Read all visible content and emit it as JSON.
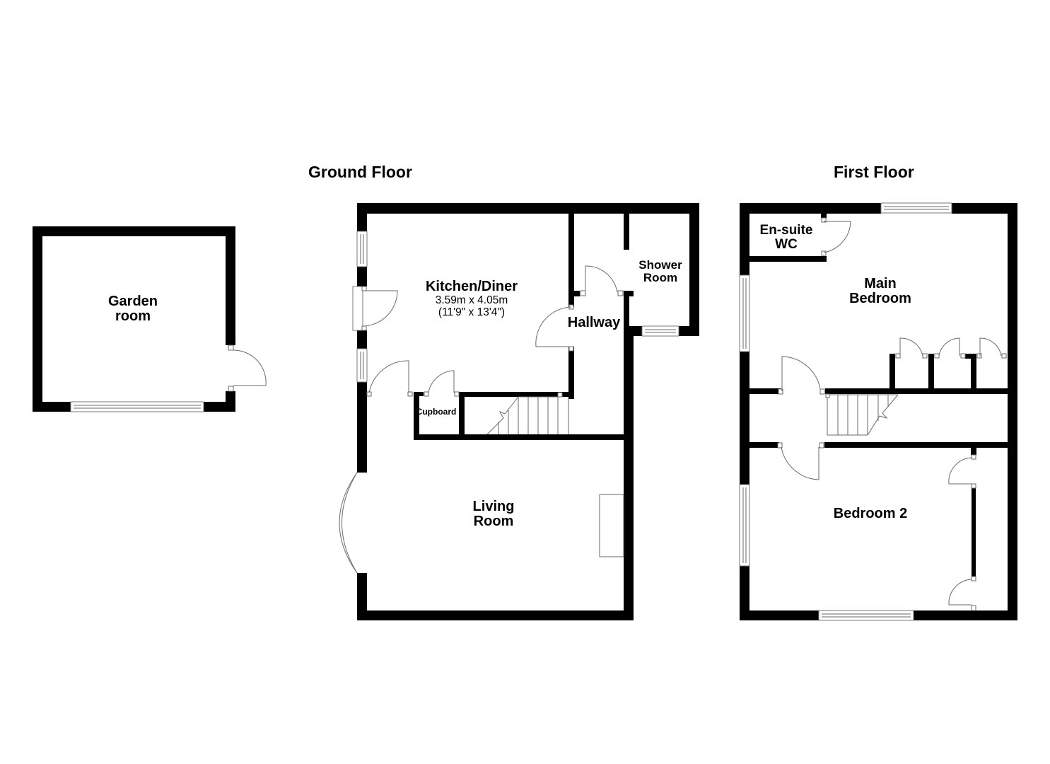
{
  "floors": [
    {
      "title": "Ground Floor",
      "rooms": [
        {
          "name_line1": "Kitchen/Diner",
          "dim_metric": "3.59m x 4.05m",
          "dim_imperial": "(11'9\" x 13'4\")"
        },
        {
          "name_line1": "Hallway"
        },
        {
          "name_line1": "Shower",
          "name_line2": "Room"
        },
        {
          "name_line1": "Cupboard"
        },
        {
          "name_line1": "Living",
          "name_line2": "Room"
        }
      ]
    },
    {
      "title": "First Floor",
      "rooms": [
        {
          "name_line1": "En-suite",
          "name_line2": "WC"
        },
        {
          "name_line1": "Main",
          "name_line2": "Bedroom"
        },
        {
          "name_line1": "Bedroom 2"
        }
      ]
    }
  ],
  "outbuilding": {
    "rooms": [
      {
        "name_line1": "Garden",
        "name_line2": "room"
      }
    ]
  },
  "colors": {
    "wall": "#000000",
    "background": "#ffffff",
    "fixture_line": "#6a6a6a"
  }
}
